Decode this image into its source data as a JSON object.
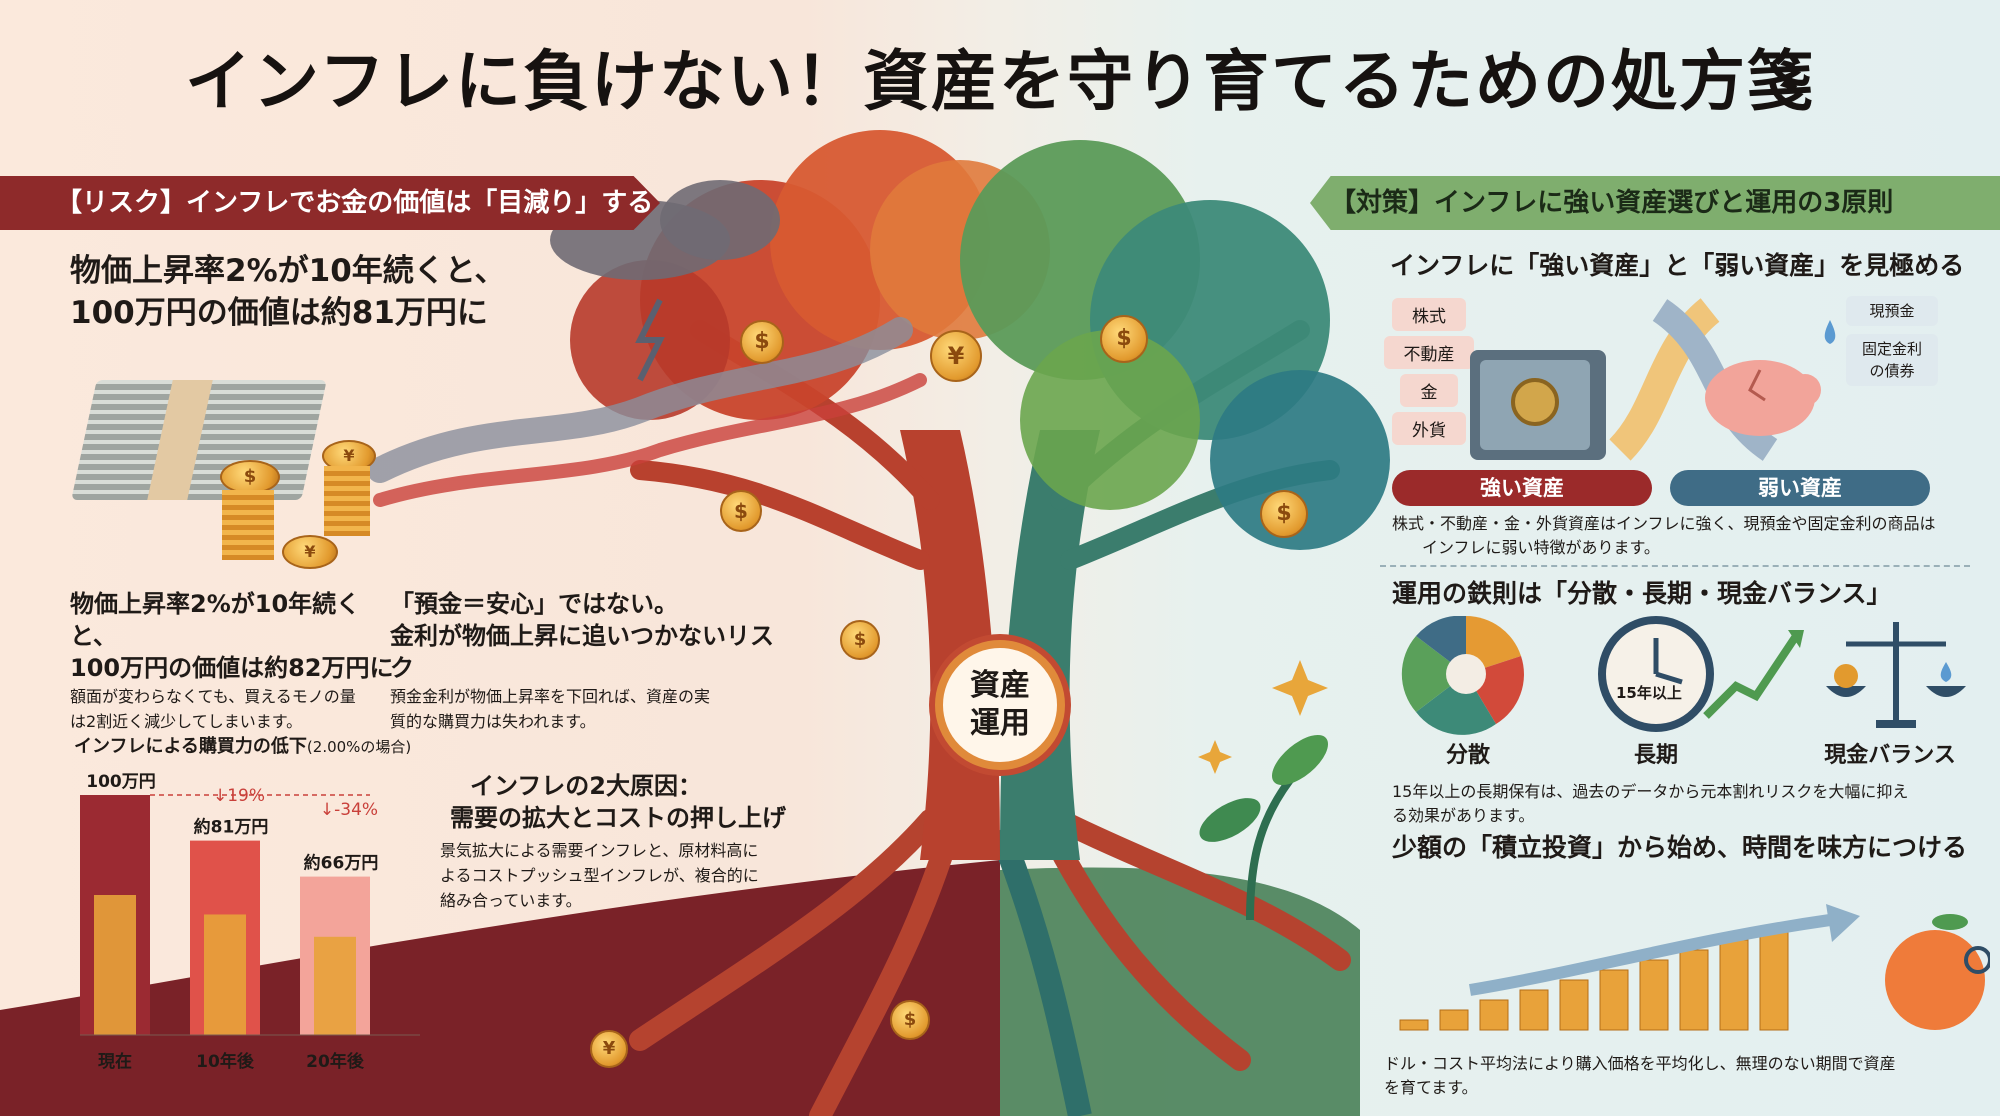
{
  "title": "インフレに負けない！資産を守り育てるための処方箋",
  "center_badge": "資産\n運用",
  "risk": {
    "banner": "【リスク】インフレでお金の価値は「目減り」する",
    "headline_line1": "物価上昇率2%が10年続くと、",
    "headline_line2": "100万円の価値は約81万円に",
    "block1_title_line1": "物価上昇率2%が10年続くと、",
    "block1_title_line2": "100万円の価値は約82万円に",
    "block1_body_line1": "額面が変わらなくても、買えるモノの量",
    "block1_body_line2": "は2割近く減少してしまいます。",
    "block2_title_line1": "「預金＝安心」ではない。",
    "block2_title_line2": "金利が物価上昇に追いつかないリスク",
    "block2_body_line1": "預金金利が物価上昇率を下回れば、資産の実",
    "block2_body_line2": "質的な購買力は失われます。",
    "causes_title_line1": "インフレの2大原因：",
    "causes_title_line2": "需要の拡大とコストの押し上げ",
    "causes_body_line1": "景気拡大による需要インフレと、原材料高に",
    "causes_body_line2": "よるコストプッシュ型インフレが、複合的に",
    "causes_body_line3": "絡み合っています。"
  },
  "chart_data": {
    "type": "bar",
    "title": "インフレによる購買力の低下",
    "subtitle": "(2.00%の場合)",
    "categories": [
      "現在",
      "10年後",
      "20年後"
    ],
    "values": [
      100,
      81,
      66
    ],
    "value_labels": [
      "100万円",
      "約81万円",
      "約66万円"
    ],
    "change_labels": [
      "",
      "19%",
      "-34%"
    ],
    "ylim": [
      0,
      100
    ],
    "colors": [
      "#9b2a32",
      "#e0524a",
      "#f3a49a"
    ]
  },
  "fix": {
    "banner": "【対策】インフレに強い資産選びと運用の3原則",
    "sec1_title": "インフレに「強い資産」と「弱い資産」を見極める",
    "strong_tags": [
      "株式",
      "不動産",
      "金",
      "外貨"
    ],
    "weak_tags": [
      "現預金",
      "固定金利\nの債券"
    ],
    "strong_label": "強い資産",
    "weak_label": "弱い資産",
    "sec1_body_line1": "株式・不動産・金・外貨資産はインフレに強く、現預金や固定金利の商品は",
    "sec1_body_line2": "インフレに弱い特徴があります。",
    "sec2_title": "運用の鉄則は「分散・長期・現金バランス」",
    "clock_label": "15年以上",
    "icon_labels": [
      "分散",
      "長期",
      "現金バランス"
    ],
    "sec2_body_line1": "15年以上の長期保有は、過去のデータから元本割れリスクを大幅に抑え",
    "sec2_body_line2": "る効果があります。",
    "sec3_title": "少額の「積立投資」から始め、時間を味方につける",
    "sec3_body_line1": "ドル・コスト平均法により購入価格を平均化し、無理のない期間で資産",
    "sec3_body_line2": "を育てます。"
  },
  "colors": {
    "risk": "#8e2a2a",
    "fix": "#7fae6e",
    "strong": "#9b2a2a",
    "weak": "#3f6c86",
    "coin": "#e29a2e"
  }
}
